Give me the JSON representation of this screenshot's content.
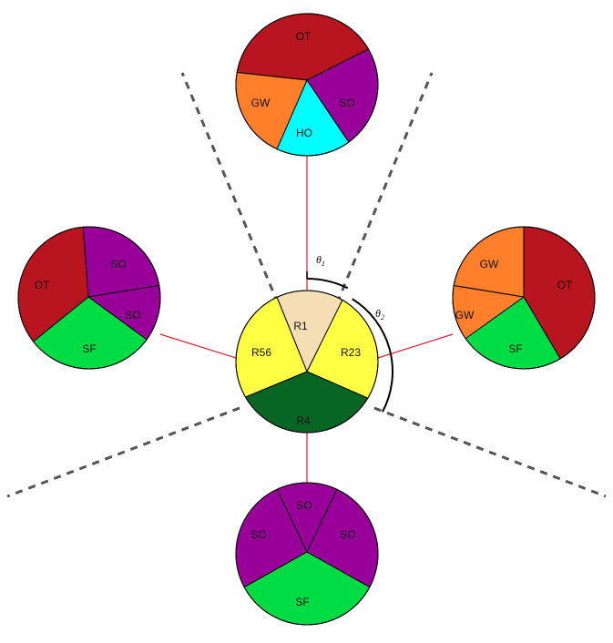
{
  "colors": {
    "OT": "#b9151f",
    "SO": "#990099",
    "GW": "#ff7f2a",
    "HO": "#00ffff",
    "SF": "#00dd44",
    "R1": "#f5deb3",
    "R23": "#ffff44",
    "R56": "#ffff44",
    "R4": "#086624",
    "connector": "#dd2233",
    "boundary": "#555555",
    "arc": "#000000"
  },
  "center_pie": {
    "segments": [
      {
        "label": "R1",
        "color_key": "R1"
      },
      {
        "label": "R23",
        "color_key": "R23"
      },
      {
        "label": "R4",
        "color_key": "R4"
      },
      {
        "label": "R56",
        "color_key": "R56"
      }
    ]
  },
  "outer_pies": {
    "top": {
      "segments": [
        {
          "label": "OT",
          "color_key": "OT"
        },
        {
          "label": "SO",
          "color_key": "SO"
        },
        {
          "label": "HO",
          "color_key": "HO"
        },
        {
          "label": "GW",
          "color_key": "GW"
        }
      ]
    },
    "right": {
      "segments": [
        {
          "label": "OT",
          "color_key": "OT"
        },
        {
          "label": "SF",
          "color_key": "SF"
        },
        {
          "label": "GW",
          "color_key": "GW"
        },
        {
          "label": "GW",
          "color_key": "GW"
        }
      ]
    },
    "bottom": {
      "segments": [
        {
          "label": "SO",
          "color_key": "SO"
        },
        {
          "label": "SF",
          "color_key": "SF"
        },
        {
          "label": "SO",
          "color_key": "SO"
        },
        {
          "label": "SO",
          "color_key": "SO"
        }
      ]
    },
    "left": {
      "segments": [
        {
          "label": "SO",
          "color_key": "SO"
        },
        {
          "label": "SO",
          "color_key": "SO"
        },
        {
          "label": "SF",
          "color_key": "SF"
        },
        {
          "label": "OT",
          "color_key": "OT"
        }
      ]
    }
  },
  "angles": {
    "theta1": {
      "symbol": "θ",
      "sub": "1"
    },
    "theta2": {
      "symbol": "θ",
      "sub": "2"
    }
  }
}
